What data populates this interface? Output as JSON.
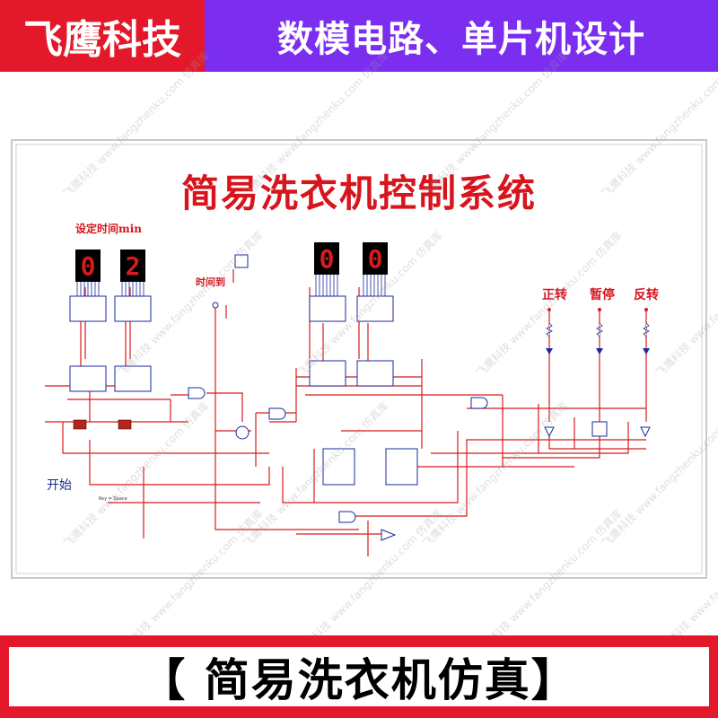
{
  "colors": {
    "banner_red": "#e3182b",
    "banner_purple": "#7b2df0",
    "bottom_red": "#e3182b",
    "title_red": "#d8141c",
    "wire": "#d81b1b",
    "label_blue": "#1a2a9a"
  },
  "banner": {
    "brand": "飞鹰科技",
    "promo": "数模电路、单片机设计"
  },
  "bottom": {
    "caption": "【 简易洗衣机仿真】"
  },
  "schematic": {
    "title": "简易洗衣机控制系统",
    "set_time_label": "设定时间min",
    "time_up_label": "时间到",
    "start_label": "开始",
    "status_labels": [
      "正转",
      "暂停",
      "反转"
    ],
    "display_set": [
      "0",
      "2"
    ],
    "display_count": [
      "0",
      "0"
    ],
    "key_label": "Key = Space"
  },
  "watermark": "飞鹰科技 www.fangzhenku.com 仿真库",
  "icons": [
    "seven-segment-display-icon",
    "buzzer-icon",
    "led-icon",
    "switch-icon"
  ]
}
